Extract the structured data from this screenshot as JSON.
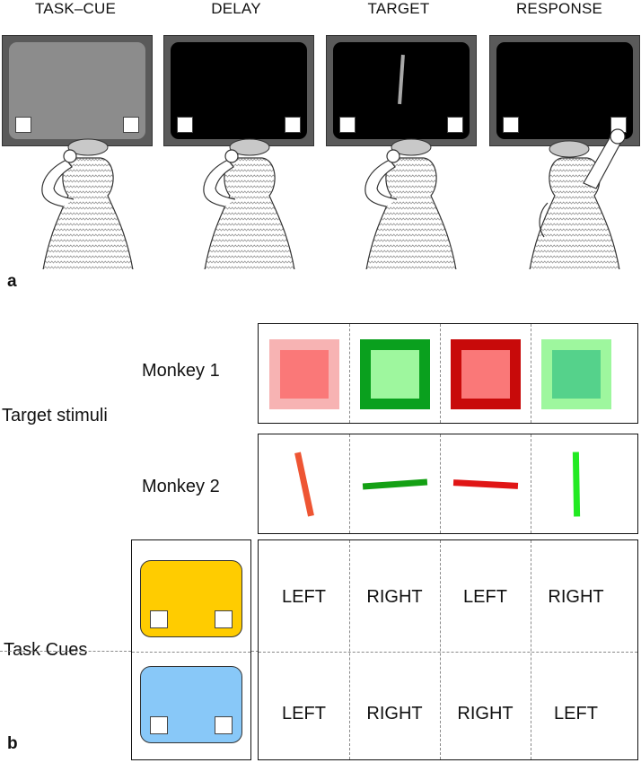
{
  "panel_a": {
    "letter": "a",
    "phases": [
      {
        "title": "TASK–CUE",
        "screen": "#8c8c8c",
        "target": false,
        "reach": false
      },
      {
        "title": "DELAY",
        "screen": "#000000",
        "target": false,
        "reach": false
      },
      {
        "title": "TARGET",
        "screen": "#000000",
        "target": true,
        "reach": false
      },
      {
        "title": "RESPONSE",
        "screen": "#000000",
        "target": false,
        "reach": true
      }
    ]
  },
  "panel_b": {
    "letter": "b",
    "target_stimuli_label": "Target stimuli",
    "task_cues_label": "Task Cues",
    "monkey1_label": "Monkey 1",
    "monkey2_label": "Monkey 2",
    "monkey1_stimuli": [
      {
        "outer": "#f7b3b3",
        "inner": "#fa7878"
      },
      {
        "outer": "#0aa01e",
        "inner": "#9ef79e"
      },
      {
        "outer": "#c80a0a",
        "inner": "#fa7878"
      },
      {
        "outer": "#9ef79e",
        "inner": "#55d28b"
      }
    ],
    "monkey2_bars": [
      {
        "color": "#ee5533",
        "angle": 78
      },
      {
        "color": "#14a014",
        "angle": -4
      },
      {
        "color": "#e01616",
        "angle": 3
      },
      {
        "color": "#22ea22",
        "angle": 89
      }
    ],
    "cue_colors": [
      "#ffcc00",
      "#88c8f8"
    ],
    "responses": [
      [
        "LEFT",
        "RIGHT",
        "LEFT",
        "RIGHT"
      ],
      [
        "LEFT",
        "RIGHT",
        "RIGHT",
        "LEFT"
      ]
    ]
  }
}
